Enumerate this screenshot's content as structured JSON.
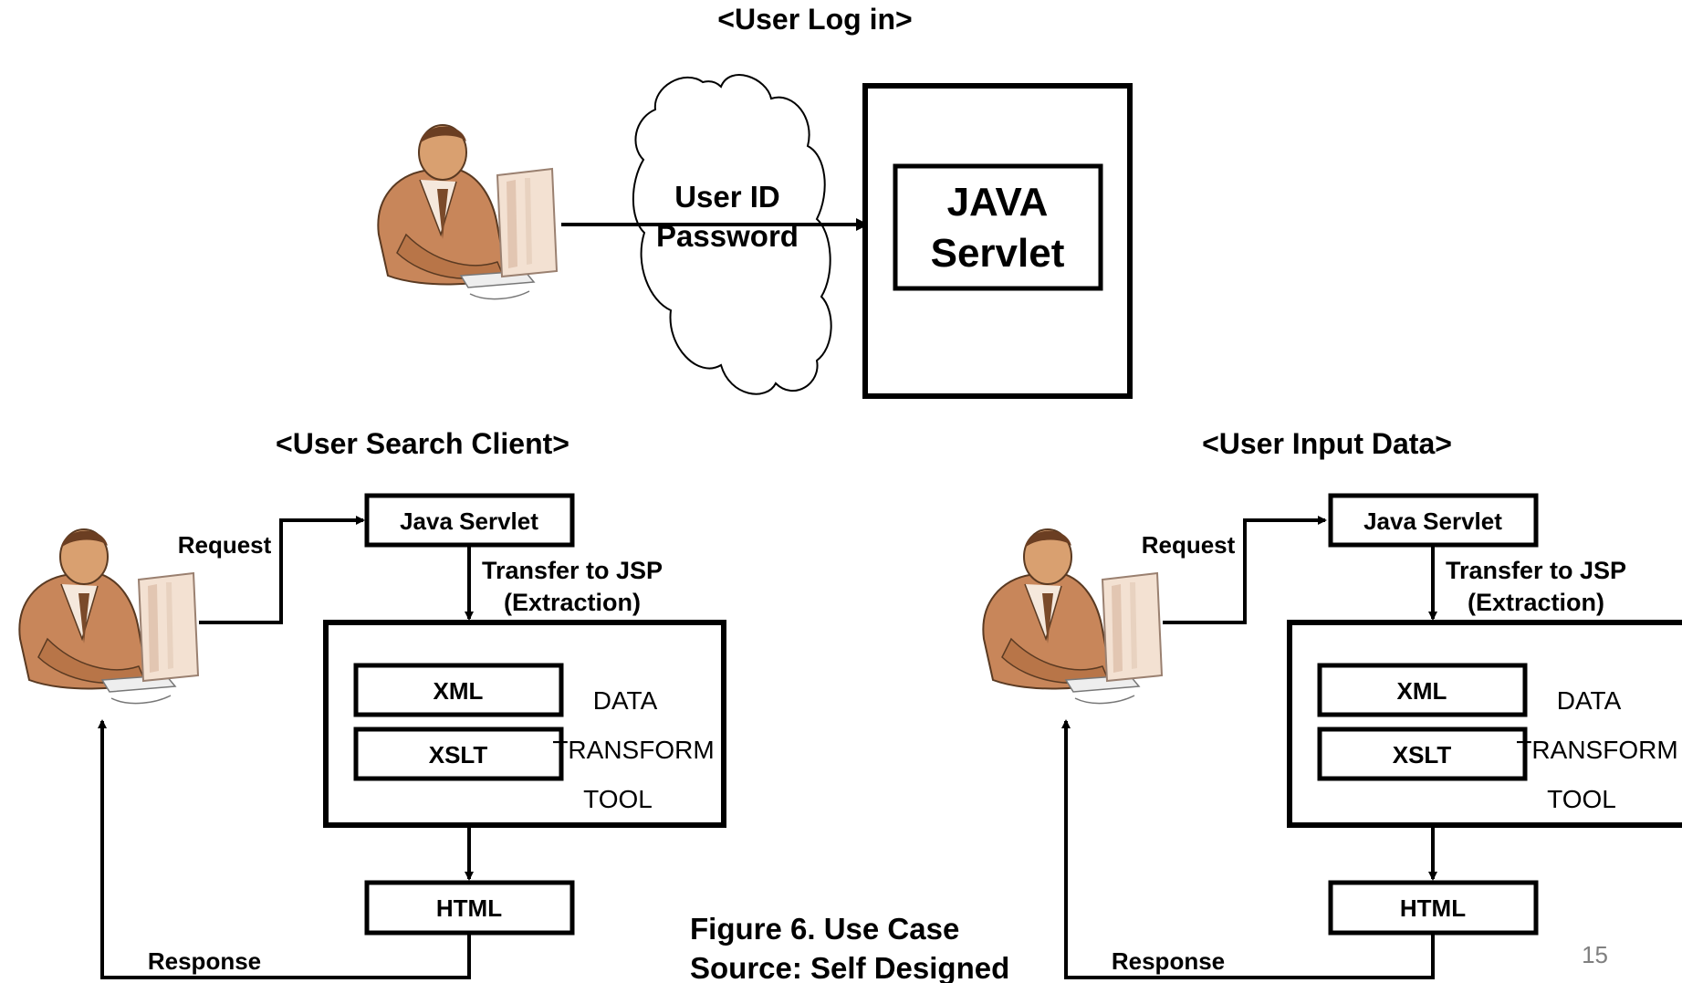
{
  "top": {
    "title": "<User Log in>",
    "cloud_line1": "User ID",
    "cloud_line2": "Password",
    "servlet_line1": "JAVA",
    "servlet_line2": "Servlet"
  },
  "left_panel": {
    "title": "<User Search Client>",
    "request": "Request",
    "servlet": "Java Servlet",
    "transfer_line1": "Transfer to JSP",
    "transfer_line2": "(Extraction)",
    "xml": "XML",
    "xslt": "XSLT",
    "data": "DATA",
    "transform": "TRANSFORM",
    "tool": "TOOL",
    "html": "HTML",
    "response": "Response"
  },
  "right_panel": {
    "title": "<User Input Data>",
    "request": "Request",
    "servlet": "Java Servlet",
    "transfer_line1": "Transfer to JSP",
    "transfer_line2": "(Extraction)",
    "xml": "XML",
    "xslt": "XSLT",
    "data": "DATA",
    "transform": "TRANSFORM",
    "tool": "TOOL",
    "html": "HTML",
    "response": "Response"
  },
  "caption": {
    "line1": "Figure 6.  Use Case",
    "line2": "Source: Self Designed"
  },
  "page_number": "15"
}
